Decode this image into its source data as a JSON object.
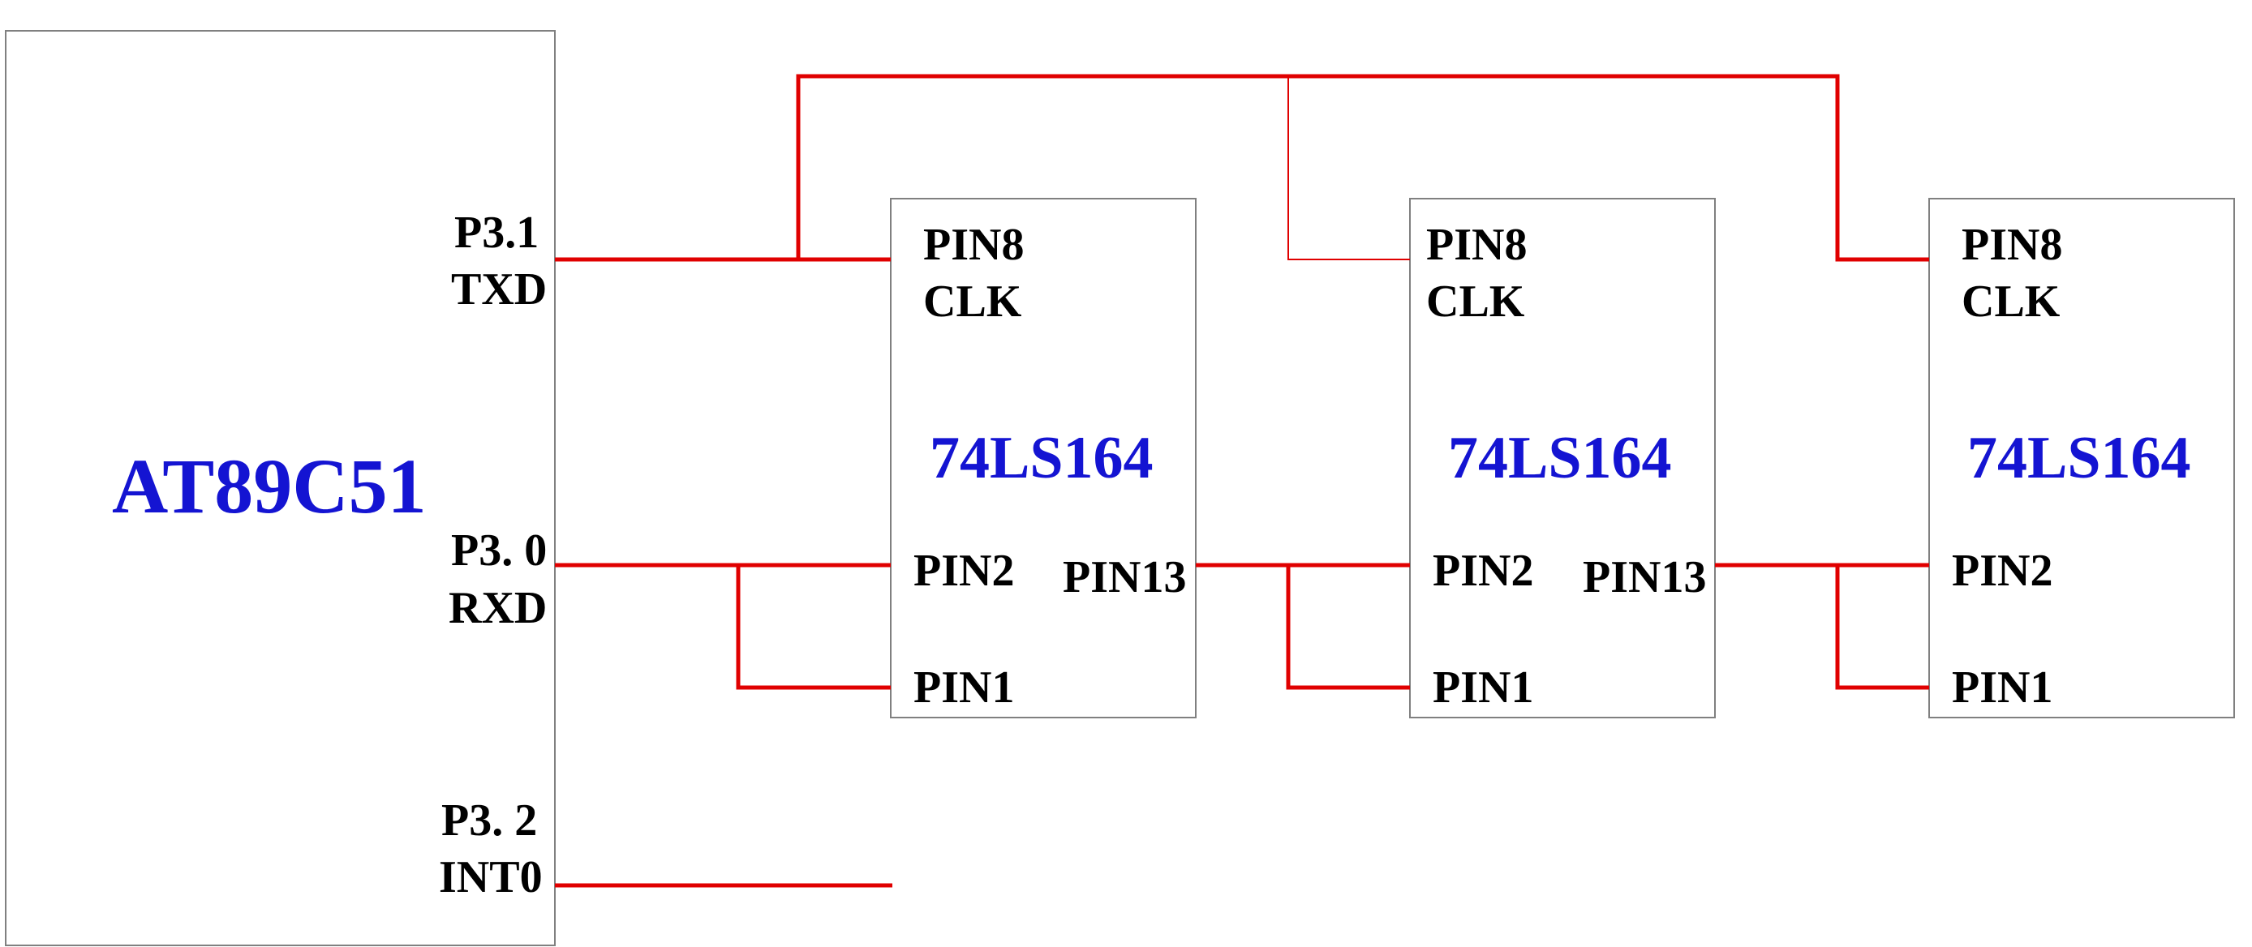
{
  "colors": {
    "wire": "#e00000",
    "chip_label": "#1414d2",
    "pin_label": "#000000",
    "box_border": "#808080",
    "background": "#ffffff"
  },
  "mcu": {
    "name": "AT89C51",
    "pins": {
      "p31": "P3.1",
      "txd": "TXD",
      "p30": "P3. 0",
      "rxd": "RXD",
      "p32": "P3. 2",
      "int0": "INT0"
    }
  },
  "chips": [
    {
      "name": "74LS164",
      "pin8": "PIN8",
      "clk": "CLK",
      "pin2": "PIN2",
      "pin1": "PIN1",
      "pin13": "PIN13"
    },
    {
      "name": "74LS164",
      "pin8": "PIN8",
      "clk": "CLK",
      "pin2": "PIN2",
      "pin1": "PIN1",
      "pin13": "PIN13"
    },
    {
      "name": "74LS164",
      "pin8": "PIN8",
      "clk": "CLK",
      "pin2": "PIN2",
      "pin1": "PIN1"
    }
  ]
}
